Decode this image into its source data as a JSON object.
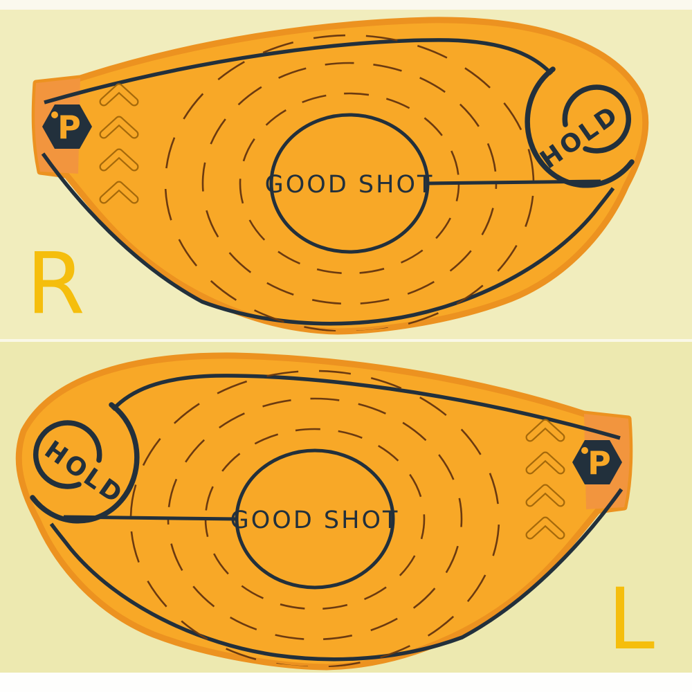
{
  "image_type": "product-photo",
  "subject": "pair of orange golf driver face impact stickers on pale yellow backing, right-hand and left-hand versions",
  "colors": {
    "bg_top_strip": "#FBF9EE",
    "bg_upper": "#F1EDBD",
    "bg_lower": "#EDE9B0",
    "bg_bottom_strip": "#FEFEFD",
    "divider": "#FAF8E8",
    "sticker_orange": "#F8A827",
    "sticker_rim": "#EC9220",
    "tab_orange": "#F2953E",
    "ink_navy": "#22303C",
    "ring_brown": "#6B3A10",
    "chevron_brown": "#A5690B",
    "accent_yellow": "#F5BE0D"
  },
  "stickers": [
    {
      "id": "right-hand-sticker",
      "side_label": "R",
      "center_label": "GOOD SHOT",
      "hold_label": "HOLD",
      "logo_letter": "P",
      "chevron_count": 4,
      "hold_position": "right",
      "tab_position": "left"
    },
    {
      "id": "left-hand-sticker",
      "side_label": "L",
      "center_label": "GOOD SHOT",
      "hold_label": "HOLD",
      "logo_letter": "P",
      "chevron_count": 4,
      "hold_position": "left",
      "tab_position": "right"
    }
  ]
}
